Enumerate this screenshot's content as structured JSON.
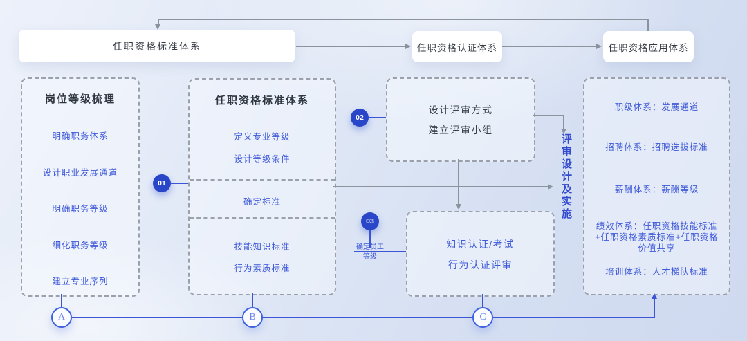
{
  "palette": {
    "accent_blue": "#3c55d6",
    "item_blue": "#3f5ad9",
    "badge_navy": "#2946c8",
    "gray_line": "#8d939d",
    "dark_text": "#353b44",
    "background_light": "#edf1fa",
    "background_deep": "#cfd9ef"
  },
  "top_flow": {
    "standard_box": "任职资格标准体系",
    "certify_box": "任职资格认证体系",
    "apply_box": "任职资格应用体系"
  },
  "left_panel": {
    "title": "岗位等级梳理",
    "items": [
      "明确职务体系",
      "设计职业发展通道",
      "明确职务等级",
      "细化职务等级",
      "建立专业序列"
    ]
  },
  "standard_panel": {
    "title": "任职资格标准体系",
    "section1": [
      "定义专业等级",
      "设计等级条件"
    ],
    "section2": [
      "确定标准"
    ],
    "section3": [
      "技能知识标准",
      "行为素质标准"
    ]
  },
  "review_box": {
    "line1": "设计评审方式",
    "line2": "建立评审小组"
  },
  "cert_box": {
    "line1": "知识认证/考试",
    "line2": "行为认证评审"
  },
  "vertical_label": "评审设计及实施",
  "apply_panel": {
    "items": [
      "职级体系：发展通道",
      "招聘体系：招聘选拔标准",
      "薪酬体系：薪酬等级",
      "绩效体系：任职资格技能标准+任职资格素质标准+任职资格价值共享",
      "培训体系：人才梯队标准"
    ]
  },
  "badges": {
    "step1": "01",
    "step2": "02",
    "step3": "03",
    "step3_label_line1": "确定员工",
    "step3_label_line2": "等级"
  },
  "timeline": {
    "a": "A",
    "b": "B",
    "c": "C"
  }
}
